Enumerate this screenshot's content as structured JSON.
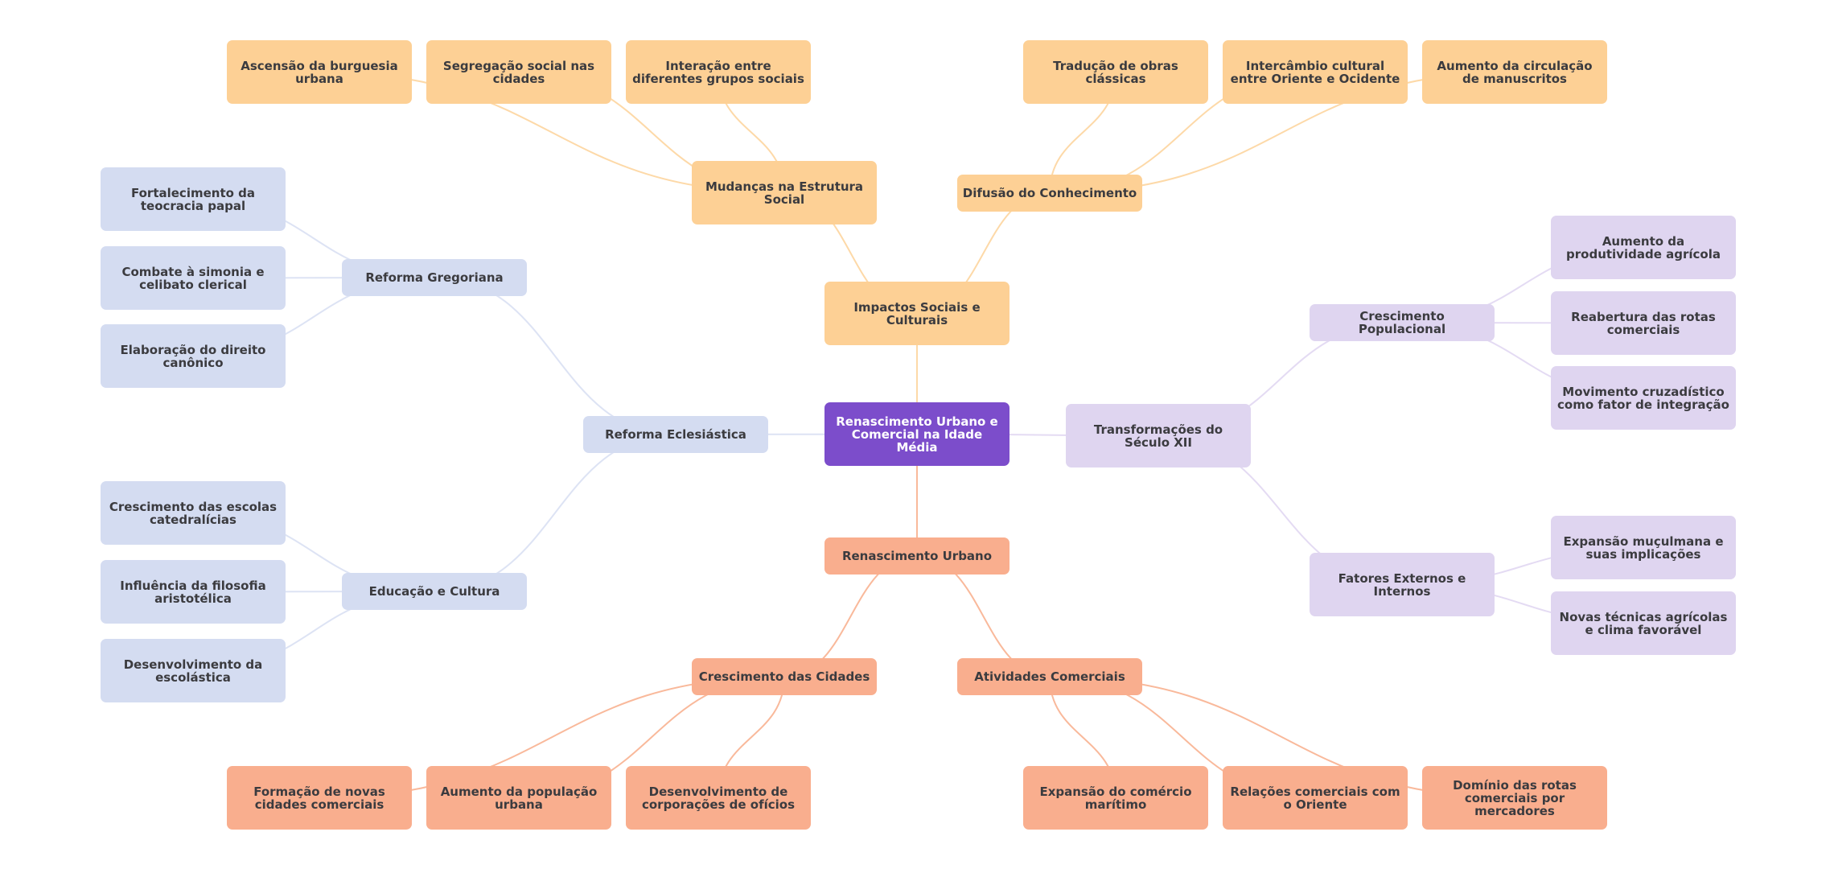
{
  "title": "Renascimento Urbano e Comercial na Idade Média",
  "colors": {
    "root": "#7c4dcb",
    "orange": "#fdd095",
    "salmon": "#f9ae8e",
    "blue": "#d4dcf1",
    "purple": "#dfd5f0",
    "edge_orange": "#fdd9a8",
    "edge_salmon": "#f9b99b",
    "edge_blue": "#dde3f4",
    "edge_purple": "#e4dbf3"
  },
  "nodes": [
    {
      "id": "root",
      "label": "Renascimento Urbano e Comercial na Idade Média",
      "color": "root"
    },
    {
      "id": "impactos",
      "label": "Impactos Sociais e Culturais",
      "color": "orange",
      "parent": "root"
    },
    {
      "id": "mudancas",
      "label": "Mudanças na Estrutura Social",
      "color": "orange",
      "parent": "impactos"
    },
    {
      "id": "ascensao",
      "label": "Ascensão da burguesia urbana",
      "color": "orange",
      "parent": "mudancas"
    },
    {
      "id": "segregacao",
      "label": "Segregação social nas cidades",
      "color": "orange",
      "parent": "mudancas"
    },
    {
      "id": "interacao",
      "label": "Interação entre diferentes grupos sociais",
      "color": "orange",
      "parent": "mudancas"
    },
    {
      "id": "difusao",
      "label": "Difusão do Conhecimento",
      "color": "orange",
      "parent": "impactos"
    },
    {
      "id": "traducao",
      "label": "Tradução de obras clássicas",
      "color": "orange",
      "parent": "difusao"
    },
    {
      "id": "intercambio",
      "label": "Intercâmbio cultural entre Oriente e Ocidente",
      "color": "orange",
      "parent": "difusao"
    },
    {
      "id": "circulacao",
      "label": "Aumento da circulação de manuscritos",
      "color": "orange",
      "parent": "difusao"
    },
    {
      "id": "eclesiastica",
      "label": "Reforma Eclesiástica",
      "color": "blue",
      "parent": "root"
    },
    {
      "id": "gregoriana",
      "label": "Reforma Gregoriana",
      "color": "blue",
      "parent": "eclesiastica"
    },
    {
      "id": "fortalecimento",
      "label": "Fortalecimento da teocracia papal",
      "color": "blue",
      "parent": "gregoriana"
    },
    {
      "id": "combate",
      "label": "Combate à simonia e celibato clerical",
      "color": "blue",
      "parent": "gregoriana"
    },
    {
      "id": "elaboracao",
      "label": "Elaboração do direito canônico",
      "color": "blue",
      "parent": "gregoriana"
    },
    {
      "id": "educacao",
      "label": "Educação e Cultura",
      "color": "blue",
      "parent": "eclesiastica"
    },
    {
      "id": "escolas",
      "label": "Crescimento das escolas catedralícias",
      "color": "blue",
      "parent": "educacao"
    },
    {
      "id": "influencia",
      "label": "Influência da filosofia aristotélica",
      "color": "blue",
      "parent": "educacao"
    },
    {
      "id": "escolastica",
      "label": "Desenvolvimento da escolástica",
      "color": "blue",
      "parent": "educacao"
    },
    {
      "id": "transformacoes",
      "label": "Transformações do Século XII",
      "color": "purple",
      "parent": "root"
    },
    {
      "id": "populacional",
      "label": "Crescimento Populacional",
      "color": "purple",
      "parent": "transformacoes"
    },
    {
      "id": "produtividade",
      "label": "Aumento da produtividade agrícola",
      "color": "purple",
      "parent": "populacional"
    },
    {
      "id": "reabertura",
      "label": "Reabertura das rotas comerciais",
      "color": "purple",
      "parent": "populacional"
    },
    {
      "id": "cruzadistico",
      "label": "Movimento cruzadístico como fator de integração",
      "color": "purple",
      "parent": "populacional"
    },
    {
      "id": "fatores",
      "label": "Fatores Externos e Internos",
      "color": "purple",
      "parent": "transformacoes"
    },
    {
      "id": "expansao_muculmana",
      "label": "Expansão muçulmana e suas implicações",
      "color": "purple",
      "parent": "fatores"
    },
    {
      "id": "tecnicas",
      "label": "Novas técnicas agrícolas e clima favorável",
      "color": "purple",
      "parent": "fatores"
    },
    {
      "id": "urbano",
      "label": "Renascimento Urbano",
      "color": "salmon",
      "parent": "root"
    },
    {
      "id": "cidades",
      "label": "Crescimento das Cidades",
      "color": "salmon",
      "parent": "urbano"
    },
    {
      "id": "formacao",
      "label": "Formação de novas cidades comerciais",
      "color": "salmon",
      "parent": "cidades"
    },
    {
      "id": "populacao_urbana",
      "label": "Aumento da população urbana",
      "color": "salmon",
      "parent": "cidades"
    },
    {
      "id": "corporacoes",
      "label": "Desenvolvimento de corporações de ofícios",
      "color": "salmon",
      "parent": "cidades"
    },
    {
      "id": "comerciais",
      "label": "Atividades Comerciais",
      "color": "salmon",
      "parent": "urbano"
    },
    {
      "id": "maritimo",
      "label": "Expansão do comércio marítimo",
      "color": "salmon",
      "parent": "comerciais"
    },
    {
      "id": "oriente",
      "label": "Relações comerciais com o Oriente",
      "color": "salmon",
      "parent": "comerciais"
    },
    {
      "id": "dominio",
      "label": "Domínio das rotas comerciais por mercadores",
      "color": "salmon",
      "parent": "comerciais"
    }
  ]
}
